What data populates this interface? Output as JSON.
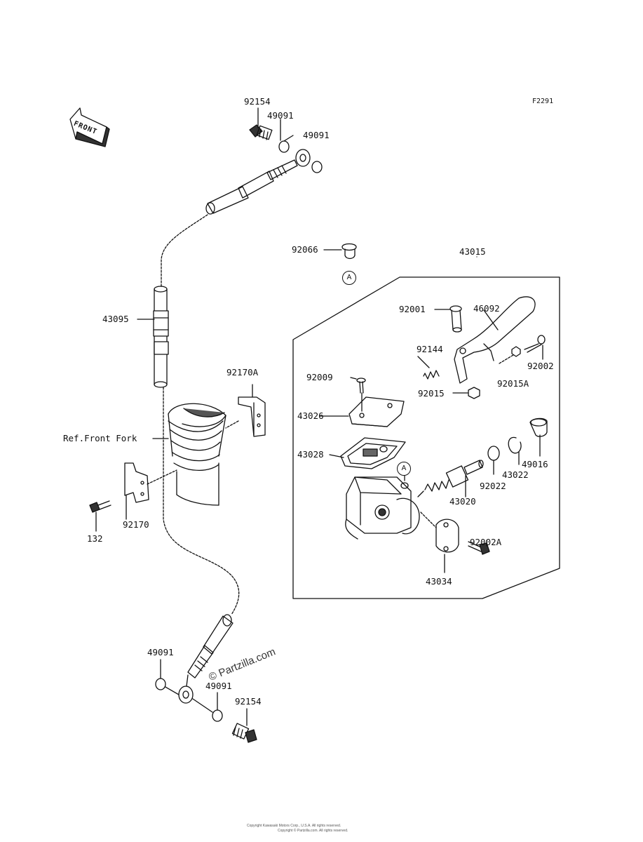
{
  "figure_code": "F2291",
  "front_label": "FRONT",
  "ref_note": "Ref.Front Fork",
  "watermark": "© Partzilla.com",
  "callout_letter": "A",
  "footer": {
    "line1": "Copyright Kawasaki Motors Corp., U.S.A. All rights reserved.",
    "line2": "Copyright © Partzilla.com. All rights reserved."
  },
  "parts": {
    "p92154_top": "92154",
    "p49091_a": "49091",
    "p49091_b": "49091",
    "p92066": "92066",
    "p43015": "43015",
    "p43095": "43095",
    "p92001": "92001",
    "p46092": "46092",
    "p92144": "92144",
    "p92002": "92002",
    "p92009": "92009",
    "p92015": "92015",
    "p92015A": "92015A",
    "p92170A": "92170A",
    "p43026": "43026",
    "p43028": "43028",
    "p92022": "92022",
    "p43022": "43022",
    "p49016": "49016",
    "p43020": "43020",
    "p92002A": "92002A",
    "p43034": "43034",
    "p92170": "92170",
    "p132": "132",
    "p49091_c": "49091",
    "p49091_d": "49091",
    "p92154_bot": "92154"
  }
}
